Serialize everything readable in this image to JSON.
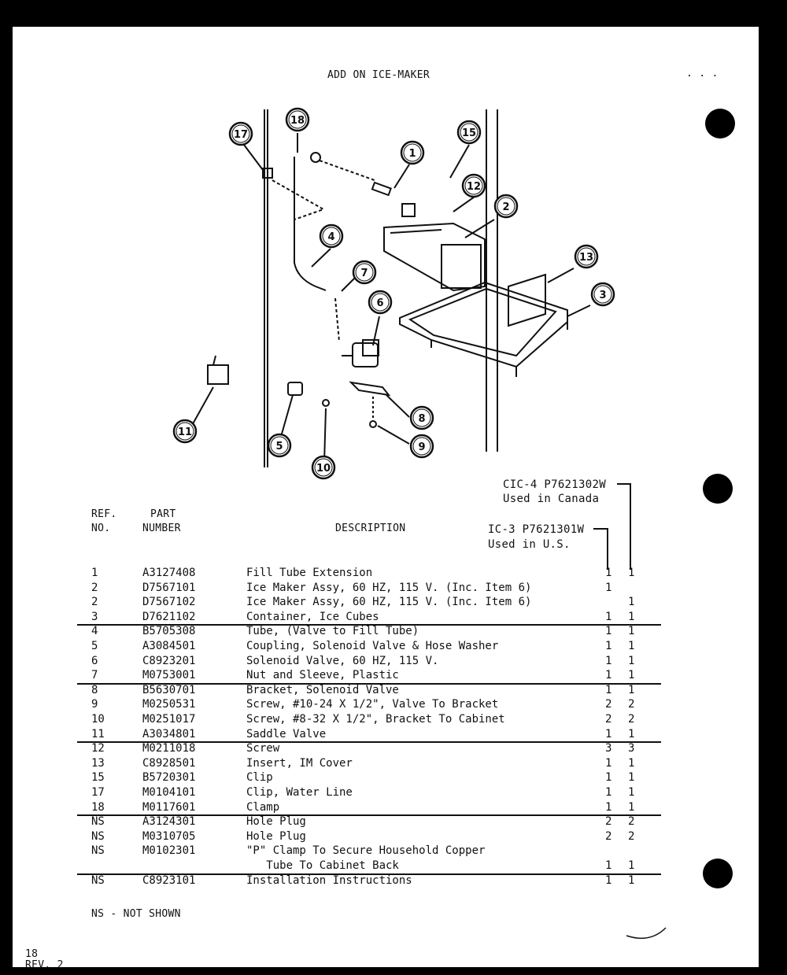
{
  "page": {
    "title": "ADD ON ICE-MAKER",
    "corner_marks": ". . .",
    "footnote": "NS - NOT SHOWN",
    "page_number": "18",
    "revision": "REV. 2"
  },
  "diagram": {
    "callouts": [
      "17",
      "18",
      "1",
      "15",
      "12",
      "2",
      "4",
      "7",
      "13",
      "3",
      "6",
      "8",
      "9",
      "11",
      "5",
      "10"
    ]
  },
  "models": {
    "col1": {
      "model": "IC-3 P7621301W",
      "usage": "Used in U.S."
    },
    "col2": {
      "model": "CIC-4 P7621302W",
      "usage": "Used in Canada"
    }
  },
  "table": {
    "headers": {
      "ref_line1": "REF.",
      "ref_line2": "NO.",
      "part_line1": "PART",
      "part_line2": "NUMBER",
      "description": "DESCRIPTION"
    },
    "rows": [
      {
        "ref": "1",
        "part": "A3127408",
        "desc": "Fill Tube Extension",
        "q1": "1",
        "q2": "1"
      },
      {
        "ref": "2",
        "part": "D7567101",
        "desc": "Ice Maker Assy, 60 HZ, 115 V. (Inc. Item 6)",
        "q1": "1",
        "q2": ""
      },
      {
        "ref": "2",
        "part": "D7567102",
        "desc": "Ice Maker Assy, 60 HZ, 115 V. (Inc. Item 6)",
        "q1": "",
        "q2": "1"
      },
      {
        "ref": "3",
        "part": "D7621102",
        "desc": "Container, Ice Cubes",
        "q1": "1",
        "q2": "1"
      },
      {
        "ref": "4",
        "part": "B5705308",
        "desc": "Tube, (Valve to Fill Tube)",
        "q1": "1",
        "q2": "1"
      },
      {
        "ref": "5",
        "part": "A3084501",
        "desc": "Coupling, Solenoid Valve & Hose Washer",
        "q1": "1",
        "q2": "1"
      },
      {
        "ref": "6",
        "part": "C8923201",
        "desc": "Solenoid Valve, 60 HZ, 115 V.",
        "q1": "1",
        "q2": "1"
      },
      {
        "ref": "7",
        "part": "M0753001",
        "desc": "Nut and Sleeve, Plastic",
        "q1": "1",
        "q2": "1"
      },
      {
        "ref": "8",
        "part": "B5630701",
        "desc": "Bracket, Solenoid Valve",
        "q1": "1",
        "q2": "1"
      },
      {
        "ref": "9",
        "part": "M0250531",
        "desc": "Screw, #10-24 X 1/2\", Valve To Bracket",
        "q1": "2",
        "q2": "2"
      },
      {
        "ref": "10",
        "part": "M0251017",
        "desc": "Screw, #8-32 X 1/2\", Bracket To Cabinet",
        "q1": "2",
        "q2": "2"
      },
      {
        "ref": "11",
        "part": "A3034801",
        "desc": "Saddle Valve",
        "q1": "1",
        "q2": "1"
      },
      {
        "ref": "12",
        "part": "M0211018",
        "desc": "Screw",
        "q1": "3",
        "q2": "3"
      },
      {
        "ref": "13",
        "part": "C8928501",
        "desc": "Insert, IM Cover",
        "q1": "1",
        "q2": "1"
      },
      {
        "ref": "15",
        "part": "B5720301",
        "desc": "Clip",
        "q1": "1",
        "q2": "1"
      },
      {
        "ref": "17",
        "part": "M0104101",
        "desc": "Clip, Water Line",
        "q1": "1",
        "q2": "1"
      },
      {
        "ref": "18",
        "part": "M0117601",
        "desc": "Clamp",
        "q1": "1",
        "q2": "1"
      },
      {
        "ref": "NS",
        "part": "A3124301",
        "desc": "Hole Plug",
        "q1": "2",
        "q2": "2"
      },
      {
        "ref": "NS",
        "part": "M0310705",
        "desc": "Hole Plug",
        "q1": "2",
        "q2": "2"
      },
      {
        "ref": "NS",
        "part": "M0102301",
        "desc": "\"P\" Clamp To Secure Household Copper",
        "q1": "",
        "q2": ""
      },
      {
        "ref": "",
        "part": "",
        "desc": "   Tube To Cabinet Back",
        "q1": "1",
        "q2": "1"
      },
      {
        "ref": "NS",
        "part": "C8923101",
        "desc": "Installation Instructions",
        "q1": "1",
        "q2": "1"
      }
    ]
  }
}
